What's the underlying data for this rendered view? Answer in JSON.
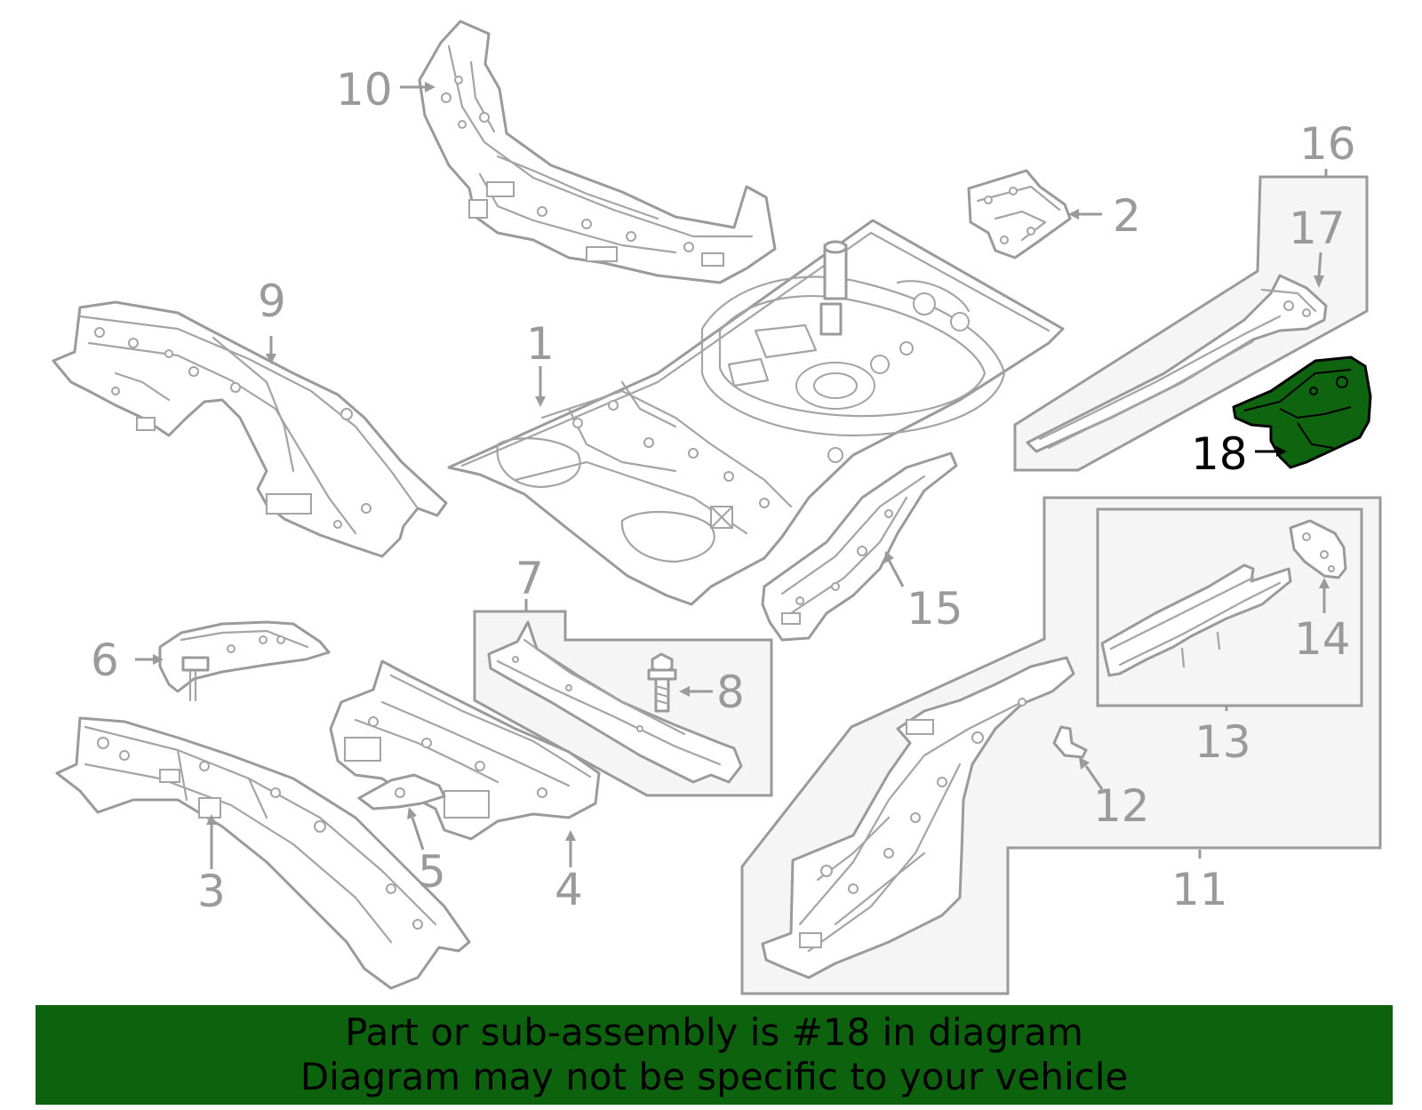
{
  "diagram": {
    "callouts": {
      "c1": "1",
      "c2": "2",
      "c3": "3",
      "c4": "4",
      "c5": "5",
      "c6": "6",
      "c7": "7",
      "c8": "8",
      "c9": "9",
      "c10": "10",
      "c11": "11",
      "c12": "12",
      "c13": "13",
      "c14": "14",
      "c15": "15",
      "c16": "16",
      "c17": "17",
      "c18": "18"
    },
    "highlighted_part": "18",
    "colors": {
      "highlight_fill": "#0f640f",
      "line": "#9a9a9a",
      "banner_bg": "#0d620d"
    }
  },
  "banner": {
    "line1": "Part or sub-assembly is #18 in diagram",
    "line2": "Diagram may not be specific to your vehicle"
  }
}
